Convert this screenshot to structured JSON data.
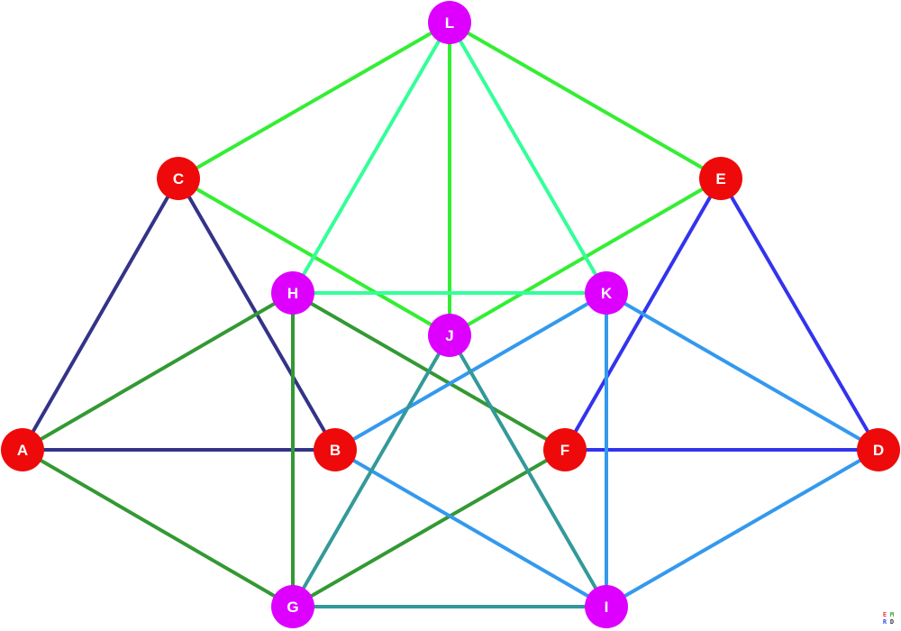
{
  "nodes": [
    {
      "id": "L",
      "label": "L",
      "color": "#dd00ff"
    },
    {
      "id": "C",
      "label": "C",
      "color": "#ee0a0a"
    },
    {
      "id": "E",
      "label": "E",
      "color": "#ee0a0a"
    },
    {
      "id": "H",
      "label": "H",
      "color": "#dd00ff"
    },
    {
      "id": "K",
      "label": "K",
      "color": "#dd00ff"
    },
    {
      "id": "J",
      "label": "J",
      "color": "#dd00ff"
    },
    {
      "id": "A",
      "label": "A",
      "color": "#ee0a0a"
    },
    {
      "id": "B",
      "label": "B",
      "color": "#ee0a0a"
    },
    {
      "id": "F",
      "label": "F",
      "color": "#ee0a0a"
    },
    {
      "id": "D",
      "label": "D",
      "color": "#ee0a0a"
    },
    {
      "id": "G",
      "label": "G",
      "color": "#dd00ff"
    },
    {
      "id": "I",
      "label": "I",
      "color": "#dd00ff"
    }
  ],
  "edges": [
    {
      "from": "L",
      "to": "C",
      "color": "#33ee33"
    },
    {
      "from": "L",
      "to": "E",
      "color": "#33ee33"
    },
    {
      "from": "L",
      "to": "J",
      "color": "#33ee33"
    },
    {
      "from": "C",
      "to": "J",
      "color": "#33ee33"
    },
    {
      "from": "E",
      "to": "J",
      "color": "#33ee33"
    },
    {
      "from": "L",
      "to": "H",
      "color": "#33ff99"
    },
    {
      "from": "L",
      "to": "K",
      "color": "#33ff99"
    },
    {
      "from": "H",
      "to": "K",
      "color": "#33ff99"
    },
    {
      "from": "C",
      "to": "A",
      "color": "#333388"
    },
    {
      "from": "C",
      "to": "B",
      "color": "#333388"
    },
    {
      "from": "A",
      "to": "B",
      "color": "#333388"
    },
    {
      "from": "E",
      "to": "F",
      "color": "#3333ee"
    },
    {
      "from": "E",
      "to": "D",
      "color": "#3333ee"
    },
    {
      "from": "F",
      "to": "D",
      "color": "#3333ee"
    },
    {
      "from": "H",
      "to": "A",
      "color": "#339933"
    },
    {
      "from": "H",
      "to": "F",
      "color": "#339933"
    },
    {
      "from": "H",
      "to": "G",
      "color": "#339933"
    },
    {
      "from": "A",
      "to": "G",
      "color": "#339933"
    },
    {
      "from": "F",
      "to": "G",
      "color": "#339933"
    },
    {
      "from": "K",
      "to": "B",
      "color": "#3399ee"
    },
    {
      "from": "K",
      "to": "D",
      "color": "#3399ee"
    },
    {
      "from": "K",
      "to": "I",
      "color": "#3399ee"
    },
    {
      "from": "B",
      "to": "I",
      "color": "#3399ee"
    },
    {
      "from": "D",
      "to": "I",
      "color": "#3399ee"
    },
    {
      "from": "J",
      "to": "G",
      "color": "#339999"
    },
    {
      "from": "J",
      "to": "I",
      "color": "#339999"
    },
    {
      "from": "G",
      "to": "I",
      "color": "#339999"
    }
  ],
  "logo": {
    "letters": [
      "E",
      "M",
      "R",
      "D"
    ],
    "colors": [
      "#ee3333",
      "#33aa33",
      "#3355ee",
      "#333333"
    ]
  }
}
